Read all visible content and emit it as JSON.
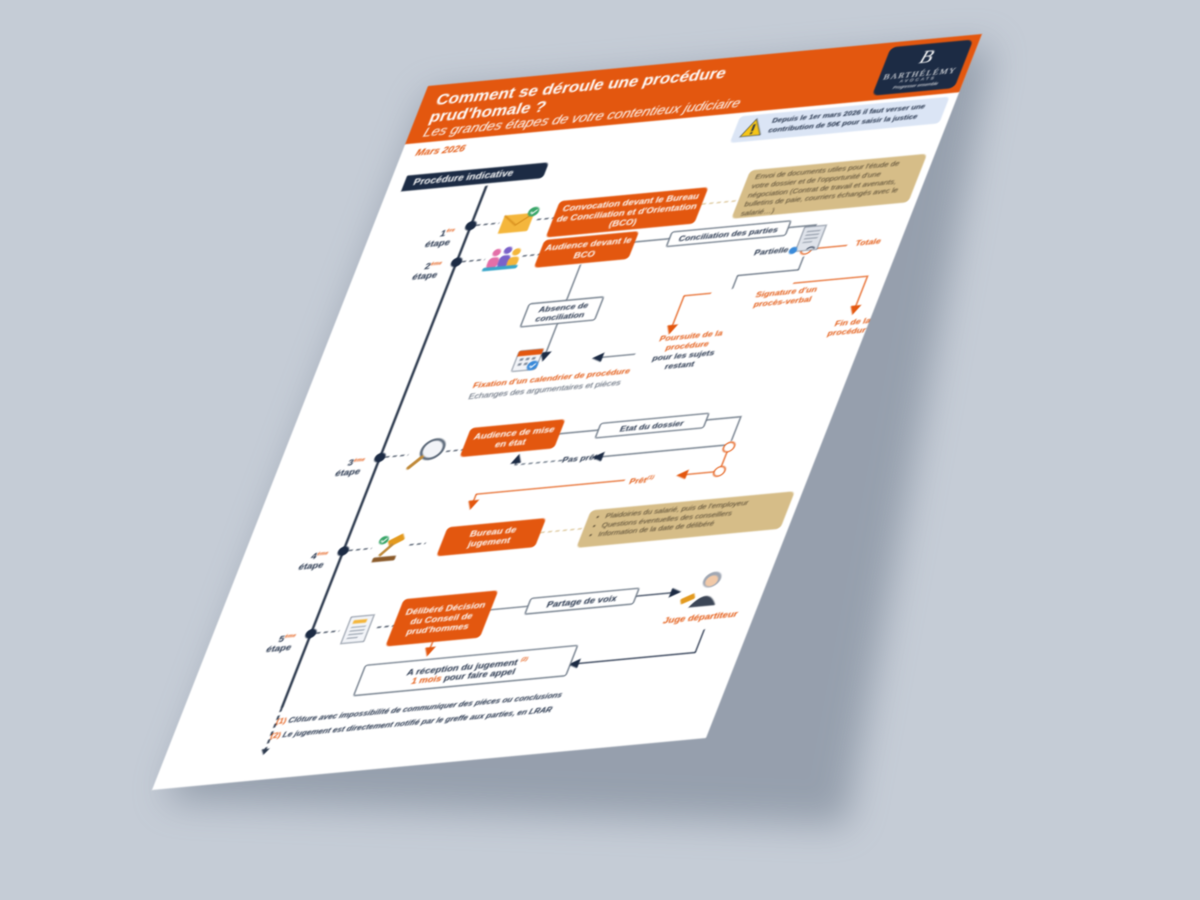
{
  "header": {
    "title": "Comment se déroule une procédure prud'homale ?",
    "subtitle": "Les grandes étapes de votre contentieux judiciaire",
    "date": "Mars 2026"
  },
  "logo": {
    "mark": "B",
    "name": "BARTHÉLÉMY",
    "sub": "AVOCATS",
    "tagline": "Progresser ensemble"
  },
  "notice": {
    "text": "Depuis le 1er mars 2026 il faut verser une contribution de 50€ pour saisir la justice"
  },
  "badge": "Procédure indicative",
  "steps": [
    {
      "num": "1",
      "sup": "ère",
      "word": "étape"
    },
    {
      "num": "2",
      "sup": "ème",
      "word": "étape"
    },
    {
      "num": "3",
      "sup": "ème",
      "word": "étape"
    },
    {
      "num": "4",
      "sup": "ème",
      "word": "étape"
    },
    {
      "num": "5",
      "sup": "ème",
      "word": "étape"
    }
  ],
  "boxes": {
    "bco_convocation": "Convocation devant le Bureau de Conciliation et d'Orientation (BCO)",
    "bco_audience": "Audience devant le BCO",
    "conciliation": "Conciliation des parties",
    "absence": "Absence de conciliation",
    "mise_en_etat": "Audience de mise en état",
    "etat_dossier": "Etat du dossier",
    "bureau_jugement": "Bureau de jugement",
    "delibere": "Délibéré Décision du Conseil de prud'hommes",
    "partage": "Partage de voix",
    "reception_1": "A réception du jugement",
    "reception_sup": "(2)",
    "reception_2a": "1 mois",
    "reception_2b": " pour faire appel"
  },
  "notes": {
    "documents": "Envoi de documents utiles pour l'étude de votre dossier et de l'opportunité d'une négociation (Contrat de travail et avenants, bulletins de paie, courriers échangés avec le salarié…)",
    "jugement_items": [
      "Plaidoiries du salarié, puis de l'employeur",
      "Questions éventuelles des conseillers",
      "Information de la date de délibéré"
    ]
  },
  "labels": {
    "partielle": "Partielle",
    "totale": "Totale",
    "signature": "Signature d'un procès-verbal",
    "fin": "Fin de la procédure",
    "poursuite_1": "Poursuite de la procédure",
    "poursuite_2": "pour les sujets restant",
    "fixation_1": "Fixation d'un calendrier de procédure",
    "fixation_2": "Echanges des argumentaires et pièces",
    "pas_pret": "Pas prêt",
    "pret": "Prêt",
    "pret_sup": "(1)",
    "juge": "Juge départiteur"
  },
  "footnotes": [
    {
      "mark": "(1)",
      "text": " Clôture avec impossibilité de communiquer des pièces ou conclusions"
    },
    {
      "mark": "(2)",
      "text": " Le jugement est directement notifié par le greffe aux parties, en LRAR"
    }
  ],
  "colors": {
    "orange": "#e3570f",
    "navy": "#1c2b44",
    "tan": "#d6bd88",
    "notice_bg": "#dbe5f5",
    "background": "#c5ccd6"
  },
  "icons": [
    "envelope-icon",
    "people-icon",
    "document-icon",
    "calendar-icon",
    "magnifier-icon",
    "gavel-icon",
    "judgment-icon",
    "judge-icon",
    "warning-icon"
  ]
}
